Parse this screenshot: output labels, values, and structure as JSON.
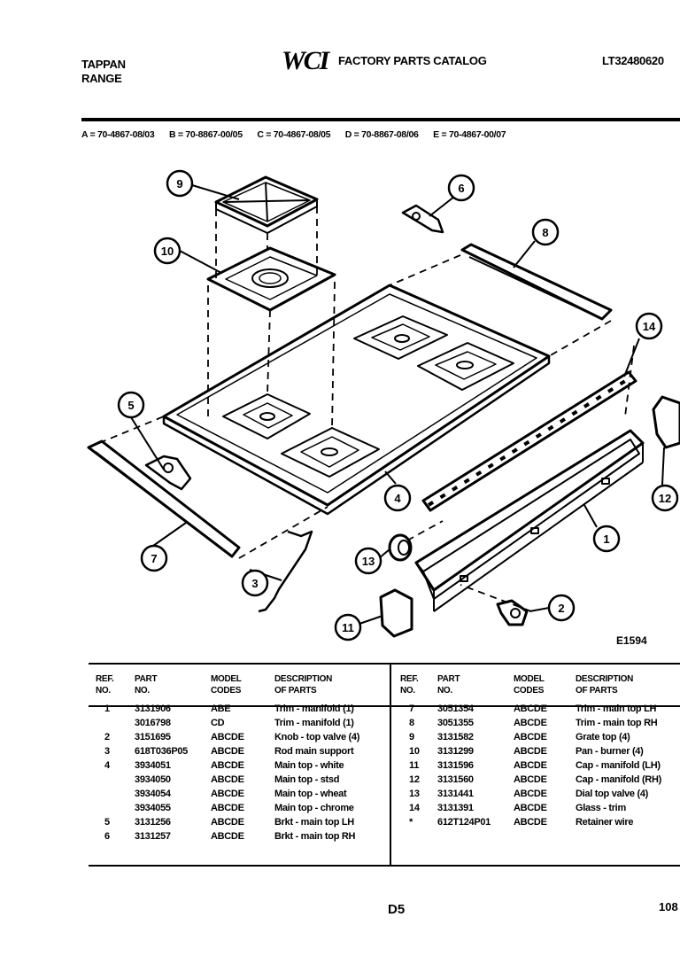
{
  "header": {
    "brand": "TAPPAN",
    "product": "RANGE",
    "logo_text": "WCI",
    "catalog_title": "FACTORY PARTS CATALOG",
    "model_number": "LT32480620"
  },
  "models": [
    "A = 70-4867-08/03",
    "B = 70-8867-00/05",
    "C = 70-4867-08/05",
    "D = 70-8867-08/06",
    "E = 70-4867-00/07"
  ],
  "diagram": {
    "figure_id": "E1594",
    "callouts": [
      "1",
      "2",
      "3",
      "4",
      "5",
      "6",
      "7",
      "8",
      "9",
      "10",
      "11",
      "12",
      "13",
      "14"
    ]
  },
  "table_headers": {
    "ref": "REF.\nNO.",
    "part": "PART\nNO.",
    "model": "MODEL\nCODES",
    "desc": "DESCRIPTION\nOF PARTS"
  },
  "parts_left": [
    {
      "ref": "1",
      "part": "3131906",
      "model": "ABE",
      "desc": "Trim - manifold (1)"
    },
    {
      "ref": "",
      "part": "3016798",
      "model": "CD",
      "desc": "Trim - manifold (1)"
    },
    {
      "ref": "2",
      "part": "3151695",
      "model": "ABCDE",
      "desc": "Knob - top valve (4)"
    },
    {
      "ref": "3",
      "part": "618T036P05",
      "model": "ABCDE",
      "desc": "Rod main support"
    },
    {
      "ref": "4",
      "part": "3934051",
      "model": "ABCDE",
      "desc": "Main top - white"
    },
    {
      "ref": "",
      "part": "3934050",
      "model": "ABCDE",
      "desc": "Main top - stsd"
    },
    {
      "ref": "",
      "part": "3934054",
      "model": "ABCDE",
      "desc": "Main top - wheat"
    },
    {
      "ref": "",
      "part": "3934055",
      "model": "ABCDE",
      "desc": "Main top - chrome"
    },
    {
      "ref": "5",
      "part": "3131256",
      "model": "ABCDE",
      "desc": "Brkt - main top LH"
    },
    {
      "ref": "6",
      "part": "3131257",
      "model": "ABCDE",
      "desc": "Brkt - main top RH"
    }
  ],
  "parts_right": [
    {
      "ref": "7",
      "part": "3051354",
      "model": "ABCDE",
      "desc": "Trim - main top LH"
    },
    {
      "ref": "8",
      "part": "3051355",
      "model": "ABCDE",
      "desc": "Trim - main top RH"
    },
    {
      "ref": "9",
      "part": "3131582",
      "model": "ABCDE",
      "desc": "Grate top (4)"
    },
    {
      "ref": "10",
      "part": "3131299",
      "model": "ABCDE",
      "desc": "Pan - burner (4)"
    },
    {
      "ref": "11",
      "part": "3131596",
      "model": "ABCDE",
      "desc": "Cap - manifold (LH)"
    },
    {
      "ref": "12",
      "part": "3131560",
      "model": "ABCDE",
      "desc": "Cap - manifold (RH)"
    },
    {
      "ref": "13",
      "part": "3131441",
      "model": "ABCDE",
      "desc": "Dial top valve (4)"
    },
    {
      "ref": "14",
      "part": "3131391",
      "model": "ABCDE",
      "desc": "Glass - trim"
    },
    {
      "ref": "*",
      "part": "612T124P01",
      "model": "ABCDE",
      "desc": "Retainer wire"
    }
  ],
  "footer": {
    "page_code": "D5",
    "page_number": "108"
  }
}
